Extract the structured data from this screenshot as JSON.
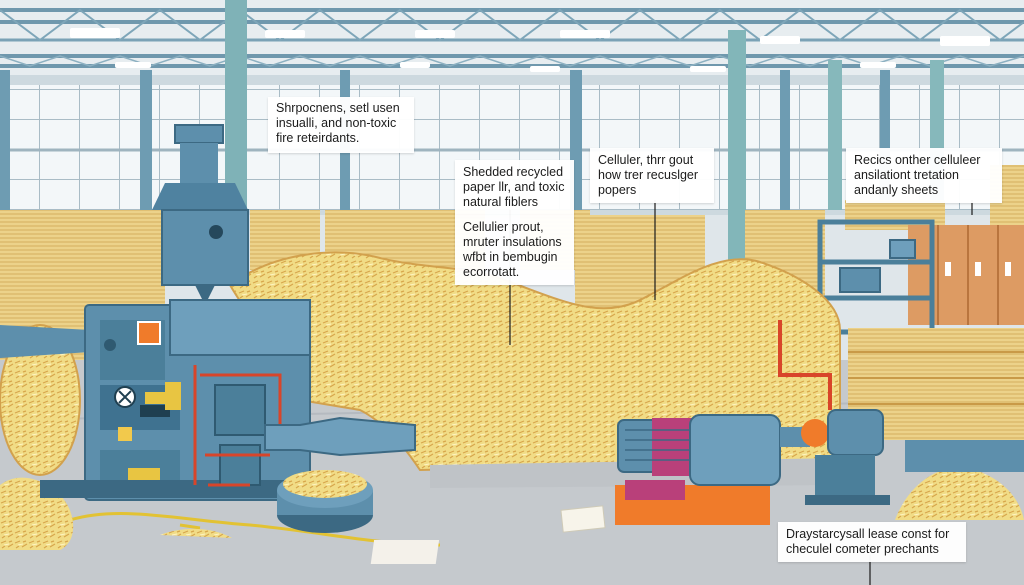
{
  "callouts": {
    "fire_retardants": [
      "Shrpocnens, setl usen",
      "insualli, and non-toxic",
      "fire reteirdants."
    ],
    "shredded_paper": [
      "Shedded recycled",
      "paper llr, and toxic",
      "natural fiblers"
    ],
    "cellulier_prout": [
      "Cellulier prout,",
      "mruter insulations",
      "wfbt in bembugin",
      "ecorrotatt."
    ],
    "cellulier_thrr": [
      "Celluler, thrr gout",
      "how trer recuslger",
      "popers"
    ],
    "recics": [
      "Recics onther celluleer",
      "ansilationt tretation",
      "andanly sheets"
    ],
    "bottom_right": [
      "Draystarcysall lease const for",
      "checulel cometer prechants"
    ]
  },
  "colors": {
    "sky_steel": "#5f8fa8",
    "window": "#eef3f5",
    "wall": "#c9d6dc",
    "floor": "#c3c7cb",
    "cellulose": "#f1dc86",
    "cellulose_shadow": "#d9a954",
    "machine_blue": "#5d8fac",
    "machine_dark": "#3c6983",
    "pipe_red": "#d8452a",
    "accent_orange": "#f07b2a",
    "motor_magenta": "#b9407a",
    "cabinet": "#dd9b63",
    "floor_line": "#e2c233"
  },
  "icons": [
    "control-panel-icon",
    "gauge-icon",
    "warning-icon"
  ]
}
